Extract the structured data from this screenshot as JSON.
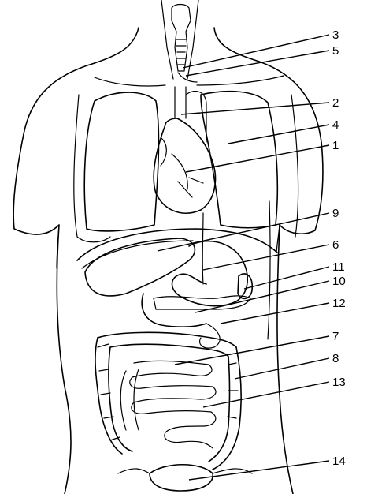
{
  "labels": [
    {
      "id": "3",
      "text": "3"
    },
    {
      "id": "5",
      "text": "5"
    },
    {
      "id": "2",
      "text": "2"
    },
    {
      "id": "4",
      "text": "4"
    },
    {
      "id": "1",
      "text": "1"
    },
    {
      "id": "9",
      "text": "9"
    },
    {
      "id": "6",
      "text": "6"
    },
    {
      "id": "11",
      "text": "11"
    },
    {
      "id": "10",
      "text": "10"
    },
    {
      "id": "12",
      "text": "12"
    },
    {
      "id": "7",
      "text": "7"
    },
    {
      "id": "8",
      "text": "8"
    },
    {
      "id": "13",
      "text": "13"
    },
    {
      "id": "14",
      "text": "14"
    }
  ]
}
